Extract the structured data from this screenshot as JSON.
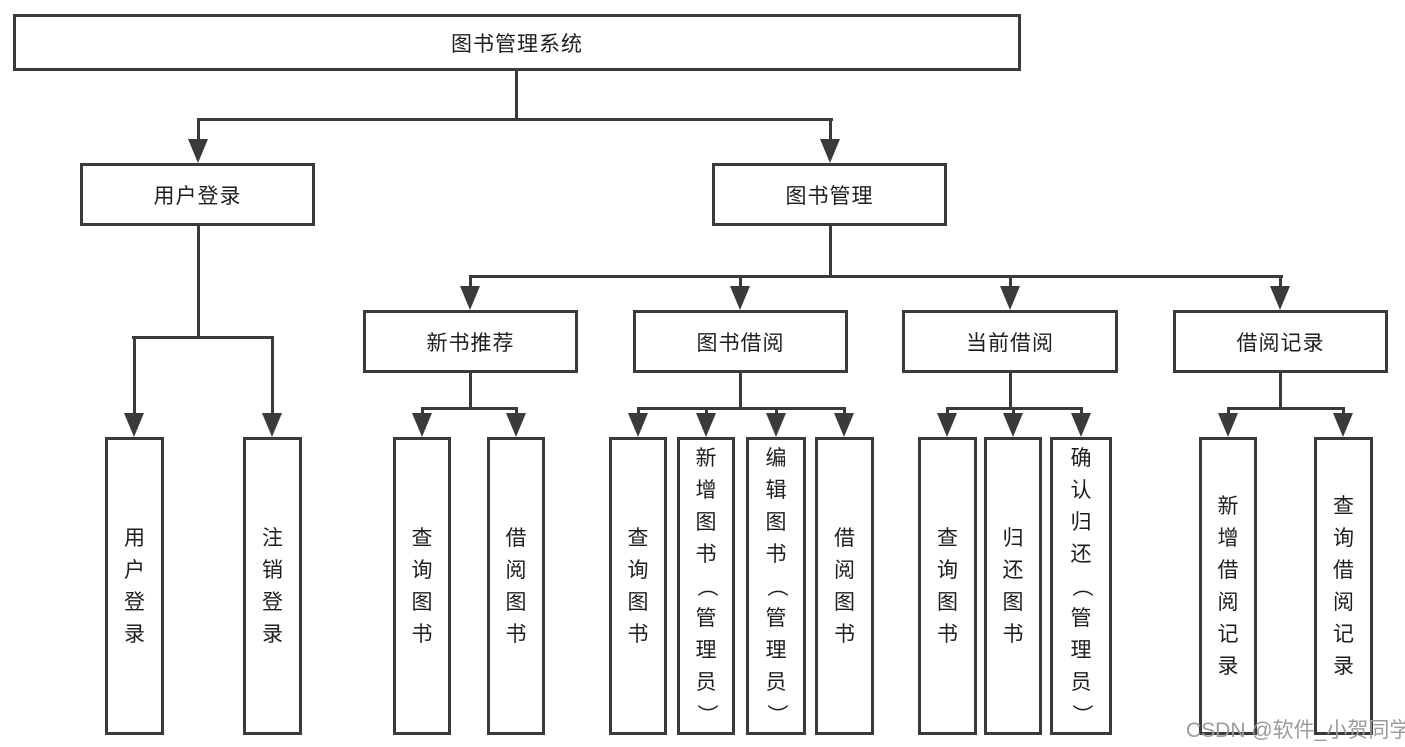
{
  "tree": {
    "root": "图书管理系统",
    "level1": [
      "用户登录",
      "图书管理"
    ],
    "level2": [
      "新书推荐",
      "图书借阅",
      "当前借阅",
      "借阅记录"
    ],
    "user_login_children": [
      "用户登录",
      "注销登录"
    ],
    "new_book_children": [
      "查询图书",
      "借阅图书"
    ],
    "borrow_children": [
      "查询图书",
      "新增图书（管理员）",
      "编辑图书（管理员）",
      "借阅图书"
    ],
    "current_children": [
      "查询图书",
      "归还图书",
      "确认归还（管理员）"
    ],
    "record_children": [
      "新增借阅记录",
      "查询借阅记录"
    ]
  },
  "watermark": "CSDN @软件_小贺同学",
  "colors": {
    "line": "#3a3a3a",
    "text": "#1e1e1e",
    "watermark": "#9b9b9b",
    "background": "#ffffff"
  }
}
